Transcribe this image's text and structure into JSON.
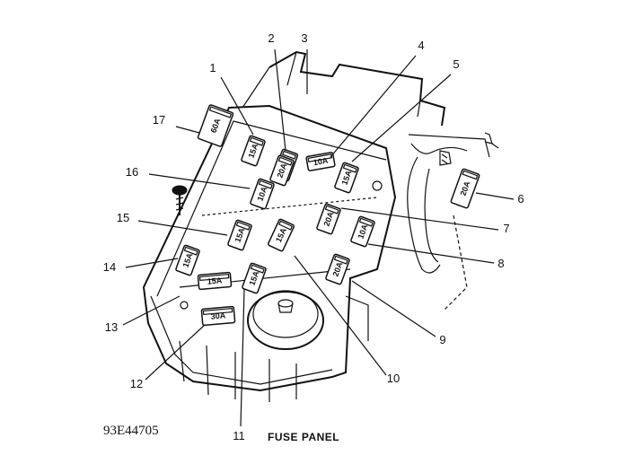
{
  "caption": "FUSE PANEL",
  "figure_code": "93E44705",
  "callouts": [
    "1",
    "2",
    "3",
    "4",
    "5",
    "6",
    "7",
    "8",
    "9",
    "10",
    "11",
    "12",
    "13",
    "14",
    "15",
    "16",
    "17"
  ],
  "fuses": [
    {
      "id": "f1",
      "rating": "15A"
    },
    {
      "id": "f2",
      "rating": "20A"
    },
    {
      "id": "f3",
      "rating": "20A"
    },
    {
      "id": "f4",
      "rating": "10A"
    },
    {
      "id": "f5",
      "rating": "15A"
    },
    {
      "id": "f6",
      "rating": "20A"
    },
    {
      "id": "f7",
      "rating": "20A"
    },
    {
      "id": "f8",
      "rating": "10A"
    },
    {
      "id": "f9",
      "rating": "20A"
    },
    {
      "id": "f10",
      "rating": "15A"
    },
    {
      "id": "f11",
      "rating": "15A"
    },
    {
      "id": "f12",
      "rating": "30A"
    },
    {
      "id": "f13",
      "rating": "15A"
    },
    {
      "id": "f14",
      "rating": "15A"
    },
    {
      "id": "f15",
      "rating": "15A"
    },
    {
      "id": "f16",
      "rating": "10A"
    },
    {
      "id": "f17",
      "rating": "60A"
    }
  ]
}
